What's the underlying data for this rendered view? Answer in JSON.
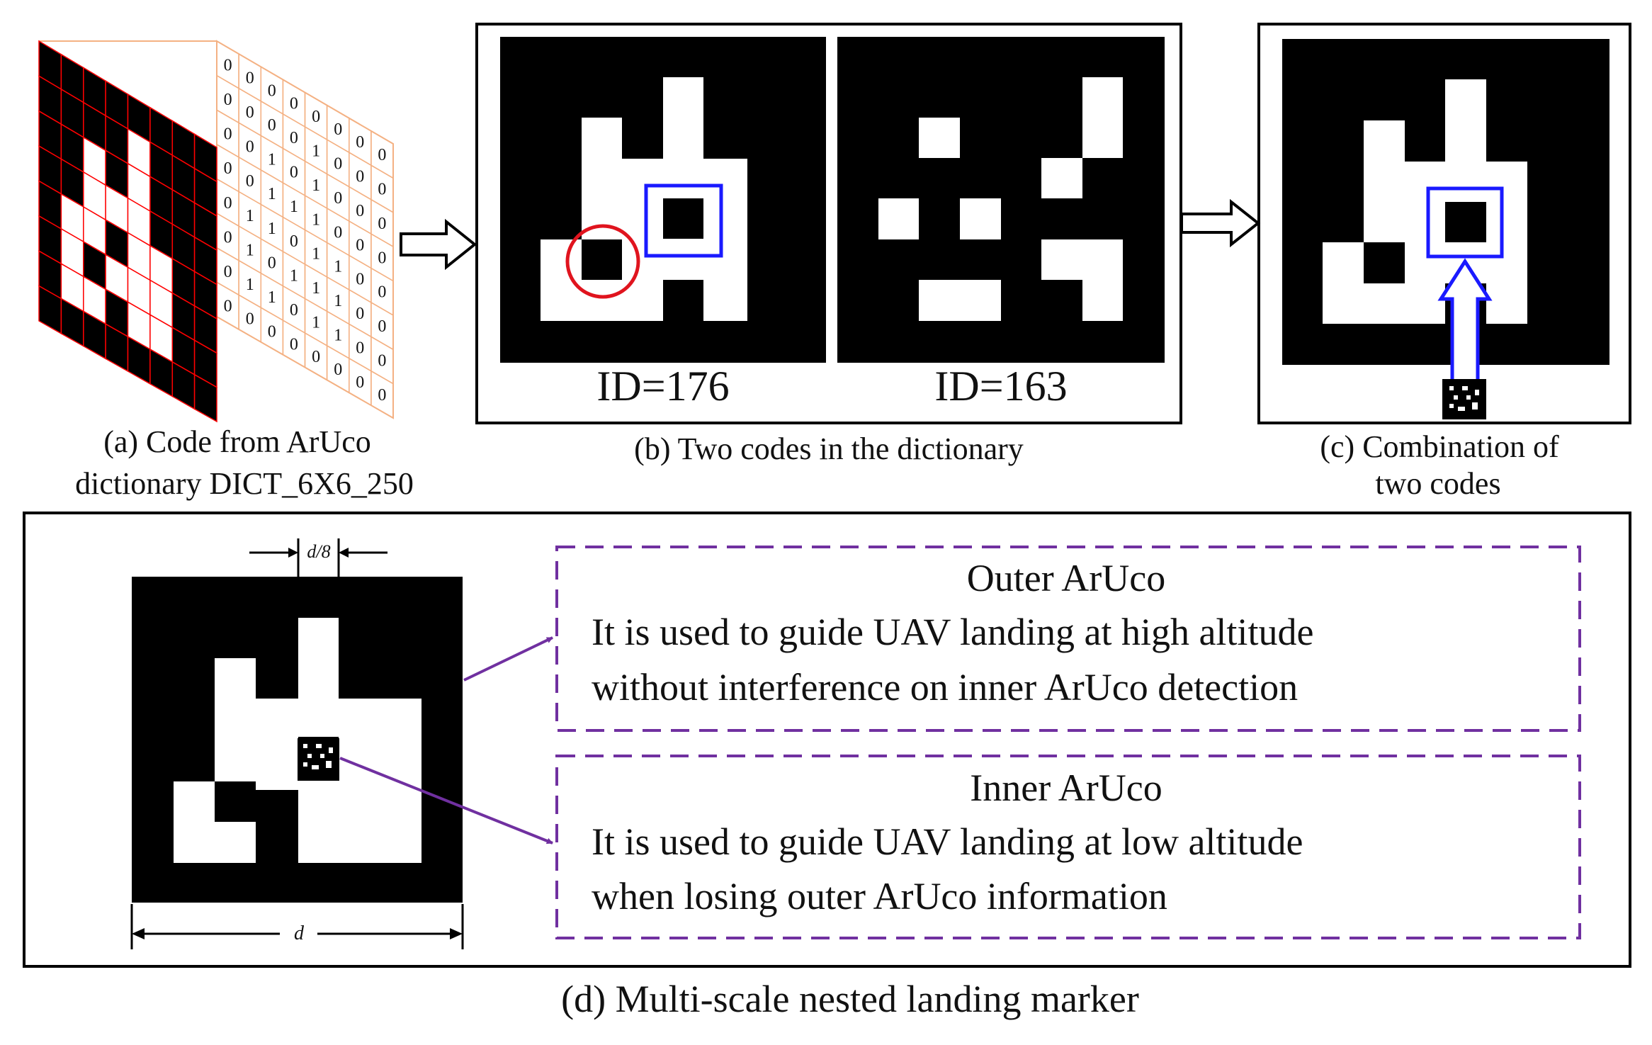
{
  "panel_a": {
    "caption_line1": "(a) Code from ArUco",
    "caption_line2": "dictionary DICT_6X6_250",
    "bits": [
      [
        0,
        0,
        0,
        0,
        0,
        0,
        0,
        0
      ],
      [
        0,
        0,
        0,
        0,
        1,
        0,
        0,
        0
      ],
      [
        0,
        0,
        1,
        0,
        1,
        0,
        0,
        0
      ],
      [
        0,
        0,
        1,
        1,
        1,
        0,
        0,
        0
      ],
      [
        0,
        1,
        1,
        0,
        1,
        1,
        0,
        0
      ],
      [
        0,
        1,
        0,
        1,
        1,
        1,
        0,
        0
      ],
      [
        0,
        1,
        1,
        0,
        1,
        1,
        0,
        0
      ],
      [
        0,
        0,
        0,
        0,
        0,
        0,
        0,
        0
      ]
    ],
    "colors": {
      "grid_front": "#ff0000",
      "grid_back": "#f4b183"
    }
  },
  "panel_b": {
    "caption": "(b) Two codes in the dictionary",
    "code1_id": "ID=176",
    "code2_id": "ID=163",
    "colors": {
      "highlight_square": "#1a1aff",
      "highlight_circle": "#e0141e"
    }
  },
  "panel_c": {
    "caption_line1": "(c) Combination of",
    "caption_line2": "two codes"
  },
  "panel_d": {
    "caption": "(d) Multi-scale nested landing marker",
    "dim_top": "d/8",
    "dim_bottom": "d",
    "outer_title": "Outer ArUco",
    "outer_text_line1": "It is used to guide UAV landing at high altitude",
    "outer_text_line2": "without interference on inner ArUco detection",
    "inner_title": "Inner ArUco",
    "inner_text_line1": "It is used to guide UAV landing at low altitude",
    "inner_text_line2": "when losing outer ArUco information",
    "colors": {
      "dashed_box": "#7030a0",
      "pointer_arrow": "#7030a0"
    }
  }
}
